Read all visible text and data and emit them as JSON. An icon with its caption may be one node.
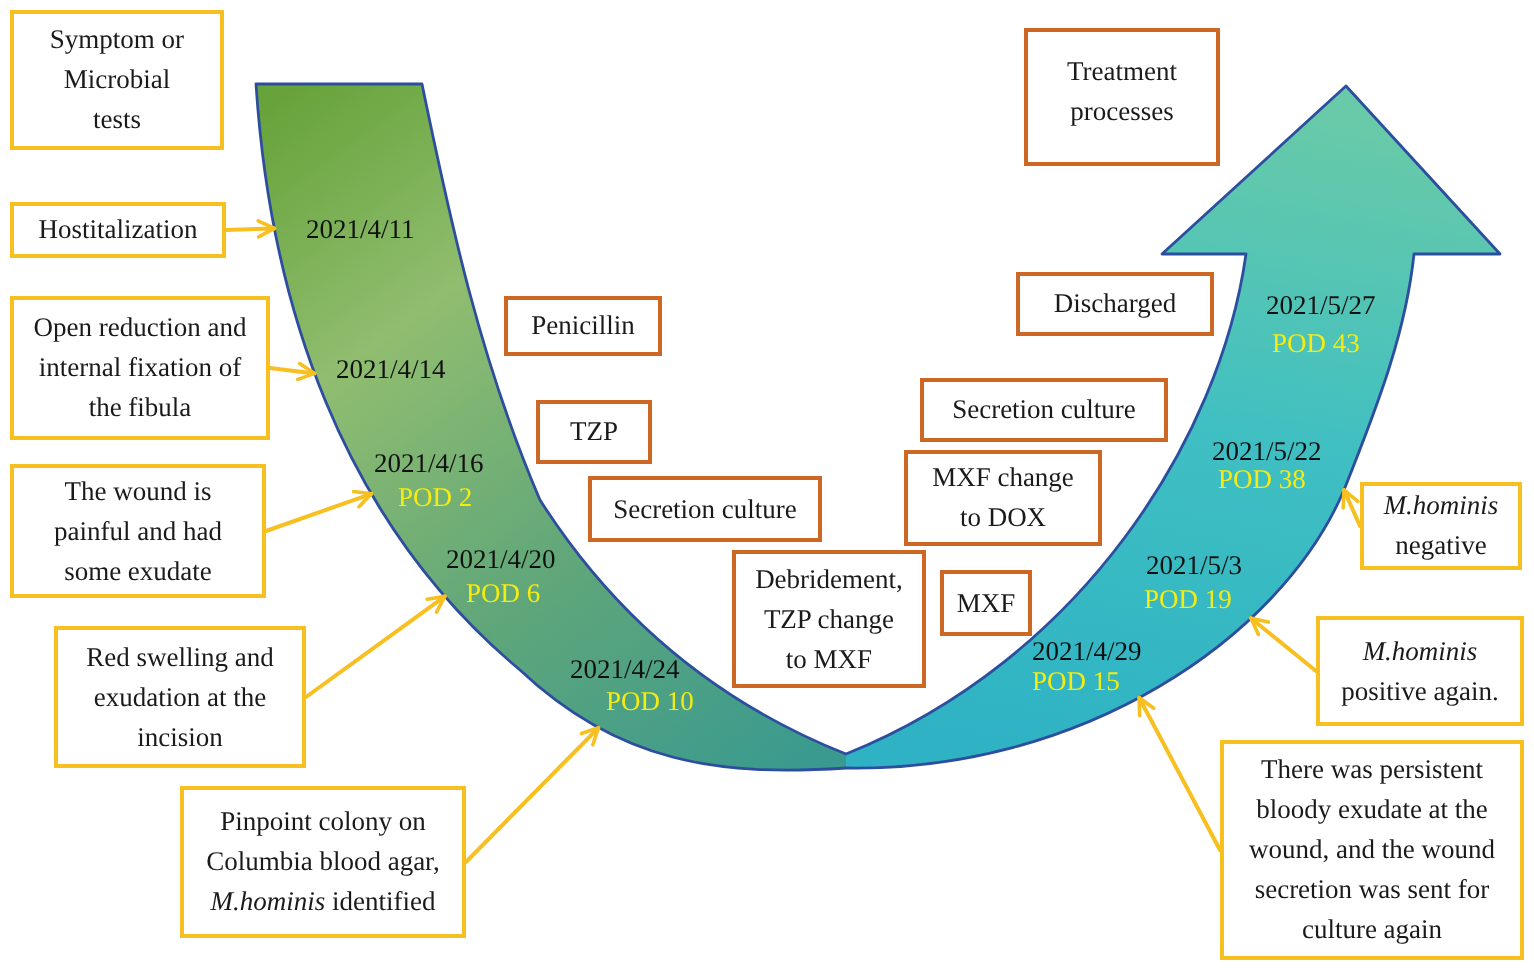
{
  "diagram": {
    "nodes": [
      {
        "text": [
          "Symptom or Microbial tests"
        ]
      },
      {
        "text": [
          "Treatment processes"
        ]
      },
      {
        "text": [
          "2021/4/11",
          "2021/4/14",
          "2021/4/16",
          "POD 2",
          "2021/4/20",
          "POD 6",
          "2021/4/24",
          "POD 10",
          "2021/4/29",
          "POD 15",
          "2021/5/3",
          "POD 19",
          "2021/5/22",
          "POD 38",
          "2021/5/27",
          "POD 43"
        ]
      },
      {
        "text": [
          "Hostitalization"
        ]
      },
      {
        "text": [
          "Open reduction and internal fixation of the fibula"
        ]
      },
      {
        "text": [
          "The wound is painful and had some exudate"
        ]
      },
      {
        "text": [
          "Red swelling and exudation at the incision"
        ]
      },
      {
        "text": [
          "Pinpoint colony on Columbia blood agar, *M.hominis* identified"
        ]
      },
      {
        "text": [
          "Penicillin"
        ]
      },
      {
        "text": [
          "TZP"
        ]
      },
      {
        "text": [
          "Secretion culture"
        ]
      },
      {
        "text": [
          "Debridement, TZP change to MXF"
        ]
      },
      {
        "text": [
          "MXF"
        ]
      },
      {
        "text": [
          "MXF change to DOX"
        ]
      },
      {
        "text": [
          "Secretion culture"
        ]
      },
      {
        "text": [
          "Discharged"
        ]
      },
      {
        "text": [
          "*M.hominis* negative"
        ]
      },
      {
        "text": [
          "*M.hominis* positive again."
        ]
      },
      {
        "text": [
          "There was persistent bloody exudate at the wound, and the wound secretion was sent for culture again"
        ]
      }
    ],
    "edges": [
      {
        "from": 3,
        "to": 2,
        "arrow": "to"
      },
      {
        "from": 4,
        "to": 2,
        "arrow": "to"
      },
      {
        "from": 5,
        "to": 2,
        "arrow": "to"
      },
      {
        "from": 6,
        "to": 2,
        "arrow": "to"
      },
      {
        "from": 7,
        "to": 2,
        "arrow": "to"
      },
      {
        "from": 16,
        "to": 2,
        "arrow": "to"
      },
      {
        "from": 17,
        "to": 2,
        "arrow": "to"
      },
      {
        "from": 18,
        "to": 2,
        "arrow": "to"
      }
    ]
  }
}
